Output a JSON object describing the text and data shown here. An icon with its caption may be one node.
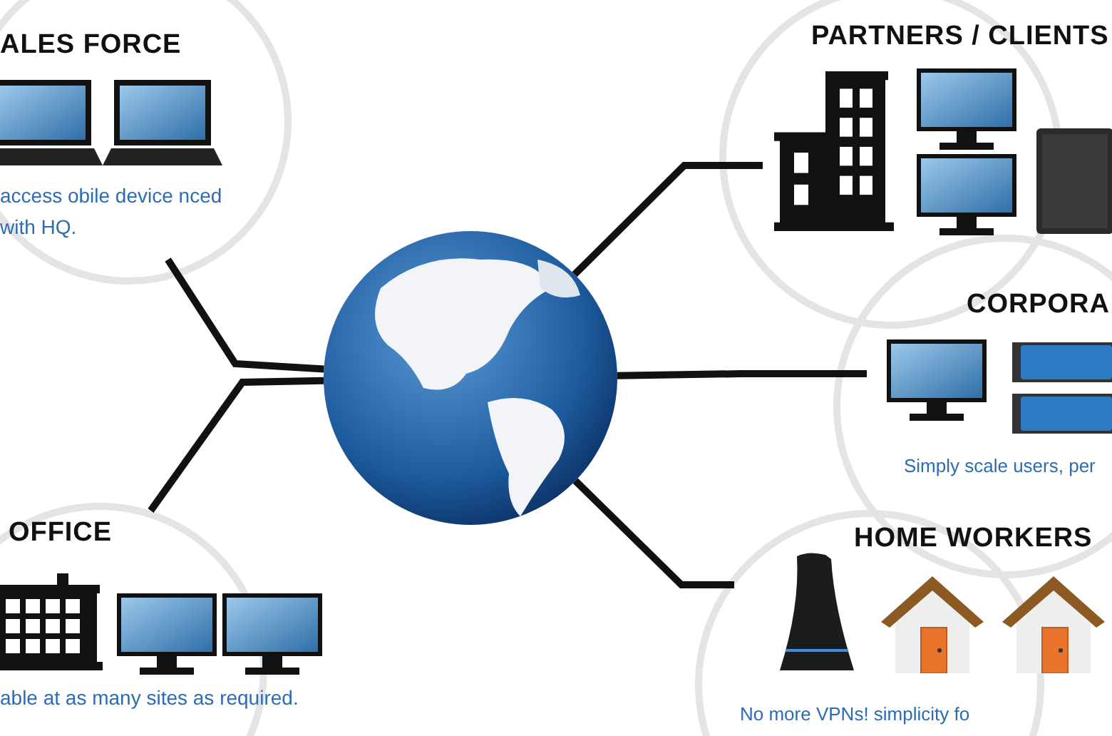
{
  "diagram": {
    "nodes": [
      {
        "text": [],
        "shape": "picture"
      },
      {
        "text": [
          "ALES FORCE",
          "access obile device nced with HQ."
        ]
      },
      {
        "text": [
          "OFFICE",
          "able at as many sites as required."
        ]
      },
      {
        "text": [
          "PARTNERS / CLIENTS"
        ]
      },
      {
        "text": [
          "CORPORA",
          "Simply scale users, per"
        ]
      },
      {
        "text": [
          "HOME WORKERS",
          "No more VPNs! simplicity fo"
        ]
      }
    ],
    "edges": [
      {
        "from": 0,
        "to": 1,
        "arrow": "none"
      },
      {
        "from": 0,
        "to": 2,
        "arrow": "none"
      },
      {
        "from": 0,
        "to": 3,
        "arrow": "none"
      },
      {
        "from": 0,
        "to": 4,
        "arrow": "none"
      },
      {
        "from": 0,
        "to": 5,
        "arrow": "none"
      }
    ]
  }
}
